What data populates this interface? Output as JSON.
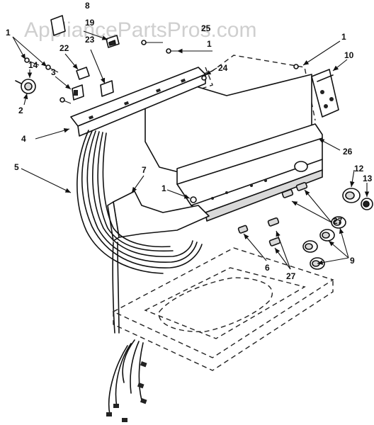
{
  "watermark": "AppliancePartsPros.com",
  "callouts": {
    "c1a": "1",
    "c1b": "1",
    "c1c": "1",
    "c1d": "1",
    "c2": "2",
    "c3": "3",
    "c4": "4",
    "c5": "5",
    "c6": "6",
    "c7": "7",
    "c8": "8",
    "c9": "9",
    "c10": "10",
    "c12": "12",
    "c13": "13",
    "c14": "14",
    "c19": "19",
    "c22": "22",
    "c23": "23",
    "c24": "24",
    "c25": "25",
    "c26": "26",
    "c27a": "27",
    "c27b": "27"
  }
}
